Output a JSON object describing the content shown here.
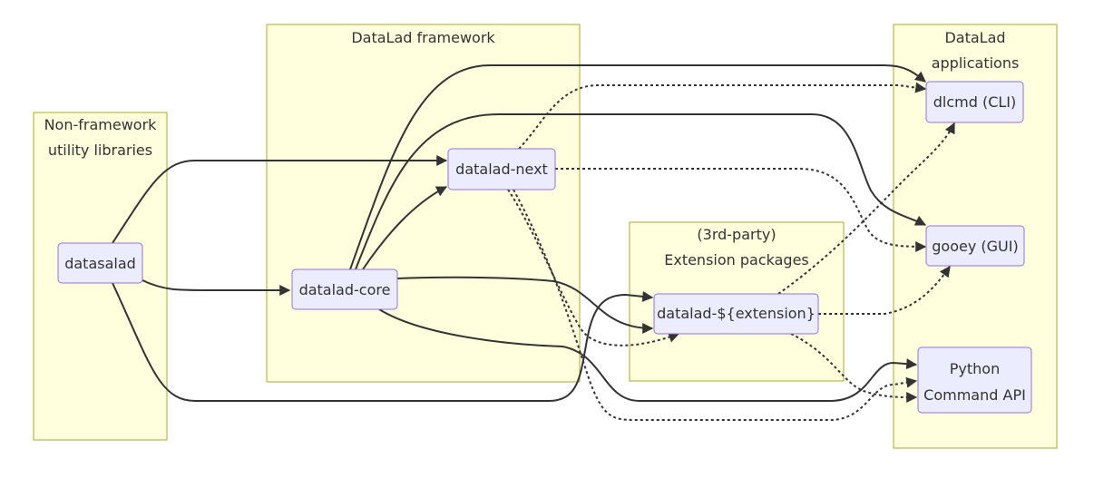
{
  "clusters": [
    {
      "id": "utility",
      "lines": [
        "Non-framework",
        "utility libraries"
      ]
    },
    {
      "id": "framework",
      "lines": [
        "DataLad framework"
      ]
    },
    {
      "id": "extensions",
      "lines": [
        "(3rd-party)",
        "Extension packages"
      ]
    },
    {
      "id": "applications",
      "lines": [
        "DataLad",
        "applications"
      ]
    }
  ],
  "nodes": [
    {
      "id": "datasalad",
      "lines": [
        "datasalad"
      ]
    },
    {
      "id": "datalad_core",
      "lines": [
        "datalad-core"
      ]
    },
    {
      "id": "datalad_next",
      "lines": [
        "datalad-next"
      ]
    },
    {
      "id": "datalad_extension",
      "lines": [
        "datalad-${extension}"
      ]
    },
    {
      "id": "dlcmd",
      "lines": [
        "dlcmd (CLI)"
      ]
    },
    {
      "id": "gooey",
      "lines": [
        "gooey (GUI)"
      ]
    },
    {
      "id": "python_api",
      "lines": [
        "Python",
        "Command API"
      ]
    }
  ],
  "edges": [
    {
      "from": "datasalad",
      "to": "datalad_next",
      "style": "solid"
    },
    {
      "from": "datasalad",
      "to": "datalad_core",
      "style": "solid"
    },
    {
      "from": "datasalad",
      "to": "datalad_extension",
      "style": "solid"
    },
    {
      "from": "datalad_core",
      "to": "datalad_next",
      "style": "solid"
    },
    {
      "from": "datalad_core",
      "to": "dlcmd",
      "style": "solid"
    },
    {
      "from": "datalad_core",
      "to": "gooey",
      "style": "solid"
    },
    {
      "from": "datalad_core",
      "to": "datalad_extension",
      "style": "solid"
    },
    {
      "from": "datalad_core",
      "to": "python_api",
      "style": "solid"
    },
    {
      "from": "datalad_next",
      "to": "dlcmd",
      "style": "dotted"
    },
    {
      "from": "datalad_next",
      "to": "gooey",
      "style": "dotted"
    },
    {
      "from": "datalad_next",
      "to": "datalad_extension",
      "style": "dotted"
    },
    {
      "from": "datalad_next",
      "to": "python_api",
      "style": "dotted"
    },
    {
      "from": "datalad_extension",
      "to": "dlcmd",
      "style": "dotted"
    },
    {
      "from": "datalad_extension",
      "to": "gooey",
      "style": "dotted"
    },
    {
      "from": "datalad_extension",
      "to": "python_api",
      "style": "dotted"
    }
  ]
}
